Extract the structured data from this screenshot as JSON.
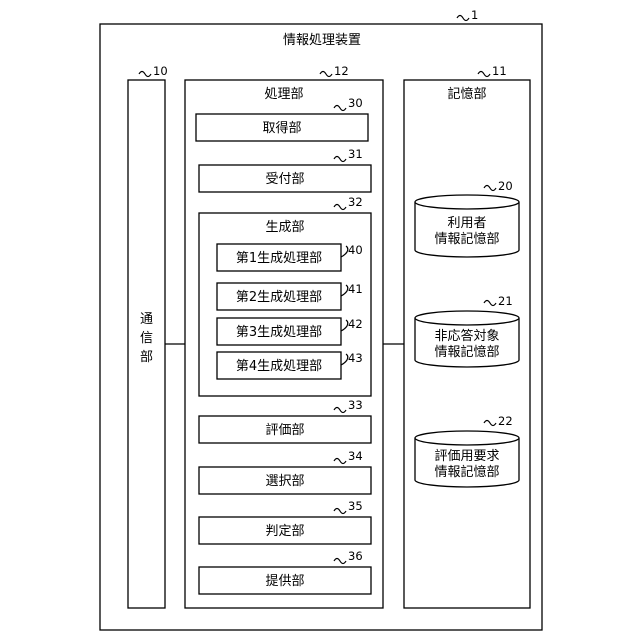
{
  "device": {
    "title": "情報処理装置",
    "ref": "1"
  },
  "communication": {
    "label": "通信部",
    "ref": "10"
  },
  "processing": {
    "title": "処理部",
    "ref": "12",
    "acquisition": {
      "label": "取得部",
      "ref": "30"
    },
    "reception": {
      "label": "受付部",
      "ref": "31"
    },
    "generation": {
      "title": "生成部",
      "ref": "32",
      "sub": [
        {
          "label": "第1生成処理部",
          "ref": "40"
        },
        {
          "label": "第2生成処理部",
          "ref": "41"
        },
        {
          "label": "第3生成処理部",
          "ref": "42"
        },
        {
          "label": "第4生成処理部",
          "ref": "43"
        }
      ]
    },
    "evaluation": {
      "label": "評価部",
      "ref": "33"
    },
    "selection": {
      "label": "選択部",
      "ref": "34"
    },
    "decision": {
      "label": "判定部",
      "ref": "35"
    },
    "provision": {
      "label": "提供部",
      "ref": "36"
    }
  },
  "storage": {
    "title": "記憶部",
    "ref": "11",
    "dbs": [
      {
        "line1": "利用者",
        "line2": "情報記憶部",
        "ref": "20"
      },
      {
        "line1": "非応答対象",
        "line2": "情報記憶部",
        "ref": "21"
      },
      {
        "line1": "評価用要求",
        "line2": "情報記憶部",
        "ref": "22"
      }
    ]
  }
}
